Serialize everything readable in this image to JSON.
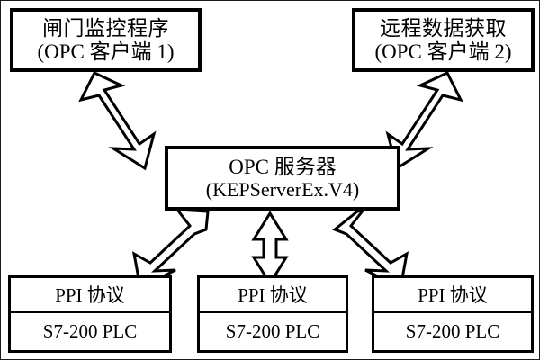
{
  "diagram": {
    "title": "OPC architecture diagram",
    "colors": {
      "background": "#ffffff",
      "stroke": "#000000",
      "page_border": "#1a1a1a"
    },
    "clients": [
      {
        "id": "client-1",
        "line1": "闸门监控程序",
        "line2": "(OPC 客户端 1)"
      },
      {
        "id": "client-2",
        "line1": "远程数据获取",
        "line2": "(OPC 客户端 2)"
      }
    ],
    "server": {
      "line1": "OPC 服务器",
      "line2": "(KEPServerEx.V4)"
    },
    "plcs": [
      {
        "id": "plc-1",
        "protocol": "PPI 协议",
        "device": "S7-200 PLC"
      },
      {
        "id": "plc-2",
        "protocol": "PPI 协议",
        "device": "S7-200 PLC"
      },
      {
        "id": "plc-3",
        "protocol": "PPI 协议",
        "device": "S7-200 PLC"
      }
    ],
    "connectors": [
      {
        "name": "client-1-to-server",
        "style": "double-headed-hollow",
        "direction": "diagonal-down-right"
      },
      {
        "name": "client-2-to-server",
        "style": "double-headed-hollow",
        "direction": "diagonal-down-left"
      },
      {
        "name": "server-to-plc-1",
        "style": "double-headed-hollow",
        "direction": "diagonal-down-left"
      },
      {
        "name": "server-to-plc-2",
        "style": "double-headed-hollow",
        "direction": "vertical"
      },
      {
        "name": "server-to-plc-3",
        "style": "double-headed-hollow",
        "direction": "diagonal-down-right"
      }
    ]
  }
}
